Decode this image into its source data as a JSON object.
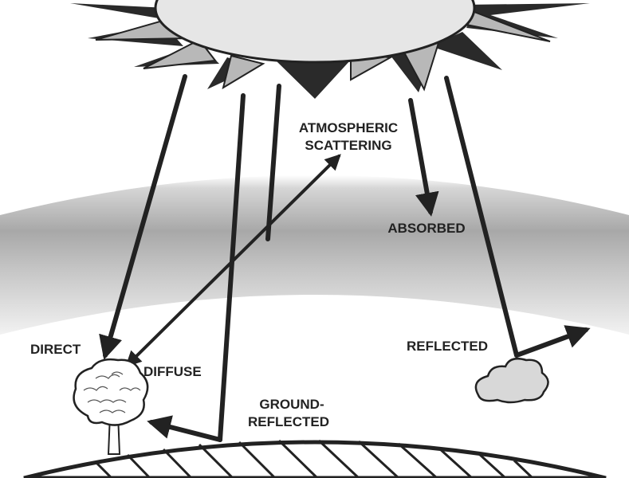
{
  "labels": {
    "atmospheric_1": "ATMOSPHERIC",
    "atmospheric_2": "SCATTERING",
    "absorbed": "ABSORBED",
    "direct": "DIRECT",
    "diffuse": "DIFFUSE",
    "reflected": "REFLECTED",
    "ground_1": "GROUND-",
    "ground_2": "REFLECTED"
  },
  "colors": {
    "ink": "#222222",
    "sun_body": "#e6e6e6",
    "ray_light": "#b8b8b8",
    "ray_dark": "#2a2a2a",
    "atmosphere_edge": "#9e9e9e",
    "atmosphere_mid": "#e2e2e2",
    "ground": "#ffffff"
  }
}
